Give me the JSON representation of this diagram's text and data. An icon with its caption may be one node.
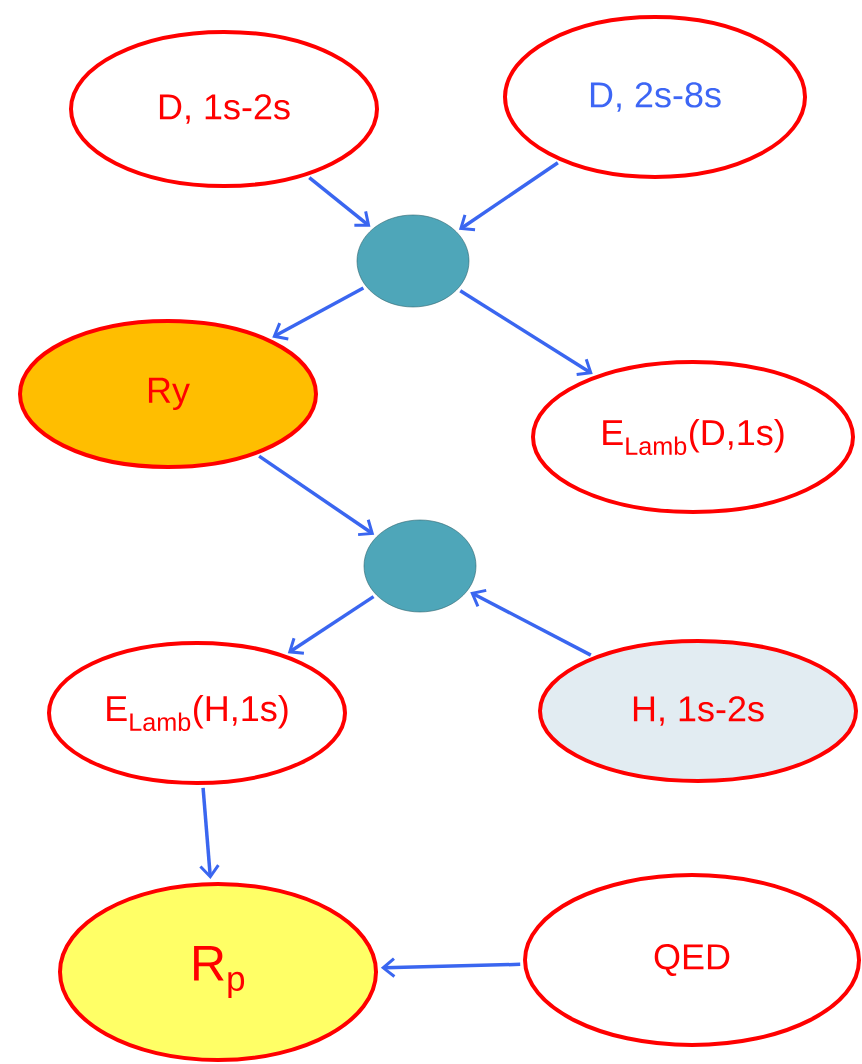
{
  "diagram": {
    "nodes": [
      {
        "text": [
          "D, 1s-2s"
        ]
      },
      {
        "text": [
          "D, 2s-8s"
        ]
      },
      {
        "text": [],
        "shape": "circle"
      },
      {
        "text": [
          "Ry"
        ]
      },
      {
        "text": [
          "E$_{Lamb}$(D,1s)"
        ]
      },
      {
        "text": [],
        "shape": "circle"
      },
      {
        "text": [
          "E$_{Lamb}$(H,1s)"
        ]
      },
      {
        "text": [
          "H, 1s-2s"
        ]
      },
      {
        "text": [
          "R$_{p}$"
        ]
      },
      {
        "text": [
          "QED"
        ]
      }
    ],
    "edges": [
      {
        "from": 0,
        "to": 2,
        "arrow": "to"
      },
      {
        "from": 1,
        "to": 2,
        "arrow": "to"
      },
      {
        "from": 2,
        "to": 3,
        "arrow": "to"
      },
      {
        "from": 2,
        "to": 4,
        "arrow": "to"
      },
      {
        "from": 3,
        "to": 5,
        "arrow": "to"
      },
      {
        "from": 7,
        "to": 5,
        "arrow": "to"
      },
      {
        "from": 5,
        "to": 6,
        "arrow": "to"
      },
      {
        "from": 6,
        "to": 8,
        "arrow": "to"
      },
      {
        "from": 9,
        "to": 8,
        "arrow": "to"
      }
    ]
  }
}
